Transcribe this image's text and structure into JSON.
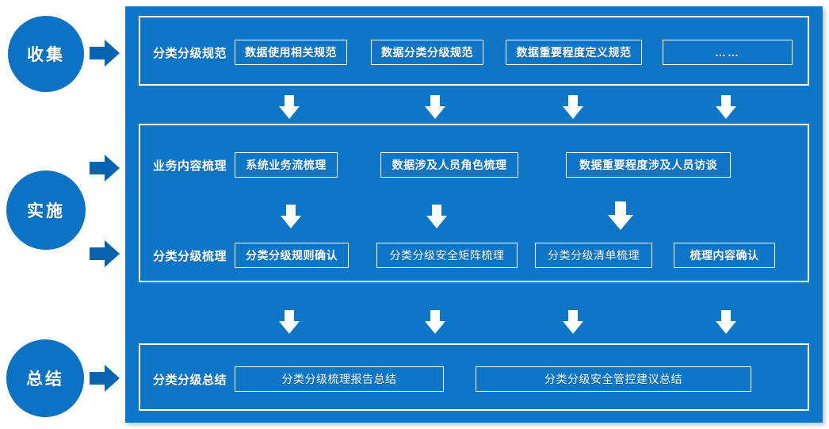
{
  "colors": {
    "panel_blue": "#0E76C6",
    "circle_blue": "#0B72C4",
    "arrow_blue": "#0A63AD",
    "outline": "#ffffff",
    "page_bg": "#ffffff"
  },
  "stages": [
    {
      "label": "收集"
    },
    {
      "label": "实施"
    },
    {
      "label": "总结"
    }
  ],
  "groups": [
    {
      "id": "collect",
      "rows": [
        {
          "title": "分类分级规范",
          "chips": [
            {
              "text": "数据使用相关规范",
              "weight": "bold"
            },
            {
              "text": "数据分类分级规范",
              "weight": "bold"
            },
            {
              "text": "数据重要程度定义规范",
              "weight": "bold"
            },
            {
              "text": "……",
              "weight": "dots"
            }
          ]
        }
      ]
    },
    {
      "id": "implement",
      "rows": [
        {
          "title": "业务内容梳理",
          "chips": [
            {
              "text": "系统业务流梳理",
              "weight": "bold"
            },
            {
              "text": "数据涉及人员角色梳理",
              "weight": "bold"
            },
            {
              "text": "数据重要程度涉及人员访谈",
              "weight": "bold"
            }
          ]
        },
        {
          "title": "分类分级梳理",
          "chips": [
            {
              "text": "分类分级规则确认",
              "weight": "bold"
            },
            {
              "text": "分类分级安全矩阵梳理",
              "weight": "light"
            },
            {
              "text": "分类分级清单梳理",
              "weight": "light"
            },
            {
              "text": "梳理内容确认",
              "weight": "bold"
            }
          ]
        }
      ]
    },
    {
      "id": "summary",
      "rows": [
        {
          "title": "分类分级总结",
          "chips": [
            {
              "text": "分类分级梳理报告总结",
              "weight": "light"
            },
            {
              "text": "分类分级安全管控建议总结",
              "weight": "light"
            }
          ]
        }
      ]
    }
  ],
  "connectors": {
    "down_arrows_row1": 4,
    "down_arrows_row2": 3,
    "down_arrows_row3": 4,
    "right_arrows": 4
  }
}
